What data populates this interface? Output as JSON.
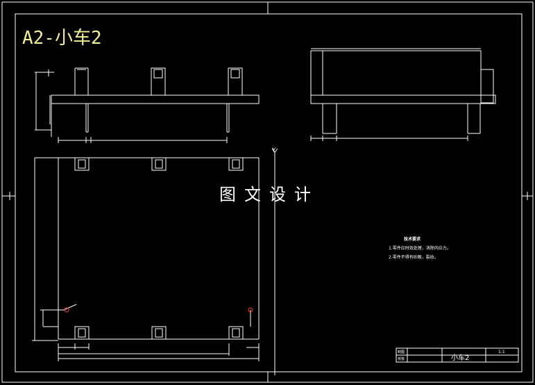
{
  "drawing": {
    "sheet_title": "A2-小车2",
    "watermark": "图文设计",
    "ucs_axis_label": "Y",
    "tech_requirements": {
      "heading": "技术要求",
      "items": [
        "1.零件应时效处理，消除内应力。",
        "2.零件不得有砂眼，裂纹。"
      ]
    },
    "title_block": {
      "part_name": "小车2",
      "scale": "1:1",
      "row_labels": [
        "制图",
        "校核"
      ]
    },
    "colors": {
      "background": "#000000",
      "lines": "#ffffff",
      "title_text": "#f4ef9a",
      "marker": "#ff3333"
    }
  }
}
